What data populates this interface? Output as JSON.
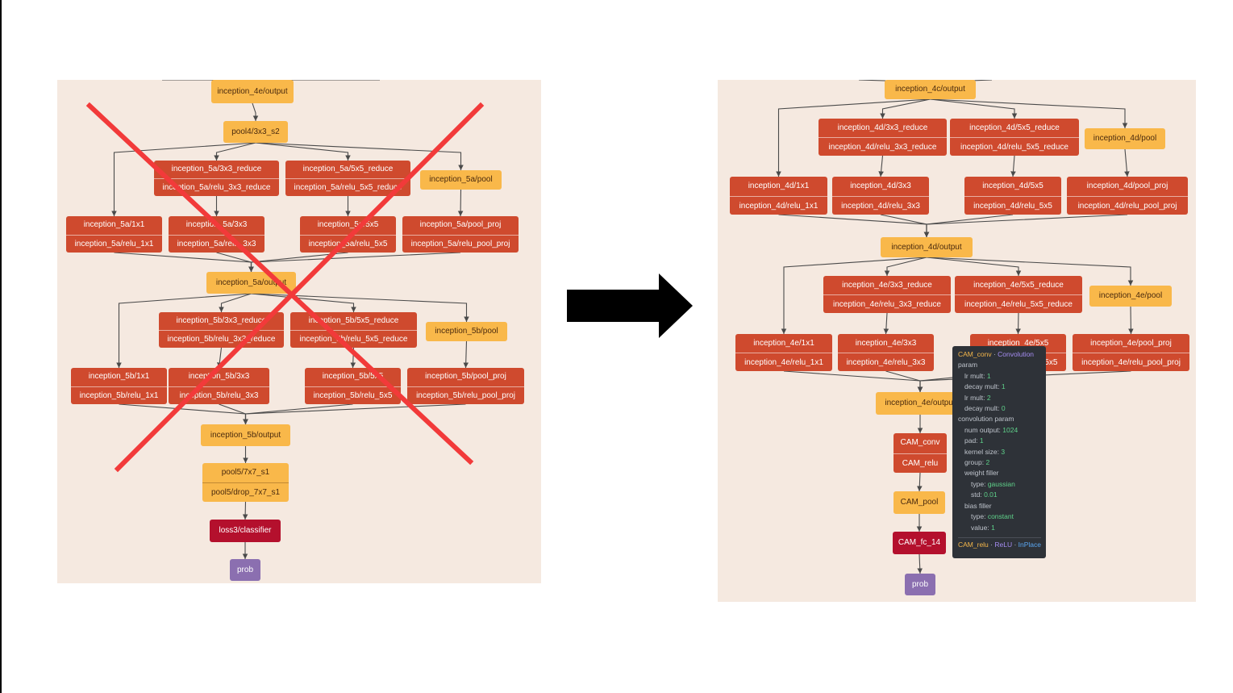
{
  "colors": {
    "panel_bg": "#f5e9e0",
    "yellow_node": "#f9b84a",
    "red_node": "#cf4a2e",
    "crimson_node": "#b4102d",
    "purple_node": "#8b6fb0",
    "cross": "#f23a3a",
    "arrow": "#000000"
  },
  "left": {
    "nodes": [
      {
        "id": "l0",
        "color": "yellow",
        "lines": [
          "inception_4e/output"
        ]
      },
      {
        "id": "l1",
        "color": "yellow",
        "lines": [
          "pool4/3x3_s2"
        ]
      },
      {
        "id": "l2",
        "color": "red",
        "lines": [
          "inception_5a/3x3_reduce",
          "inception_5a/relu_3x3_reduce"
        ]
      },
      {
        "id": "l3",
        "color": "red",
        "lines": [
          "inception_5a/5x5_reduce",
          "inception_5a/relu_5x5_reduce"
        ]
      },
      {
        "id": "l4",
        "color": "yellow",
        "lines": [
          "inception_5a/pool"
        ]
      },
      {
        "id": "l5",
        "color": "red",
        "lines": [
          "inception_5a/1x1",
          "inception_5a/relu_1x1"
        ]
      },
      {
        "id": "l6",
        "color": "red",
        "lines": [
          "inception_5a/3x3",
          "inception_5a/relu_3x3"
        ]
      },
      {
        "id": "l7",
        "color": "red",
        "lines": [
          "inception_5a/5x5",
          "inception_5a/relu_5x5"
        ]
      },
      {
        "id": "l8",
        "color": "red",
        "lines": [
          "inception_5a/pool_proj",
          "inception_5a/relu_pool_proj"
        ]
      },
      {
        "id": "l9",
        "color": "yellow",
        "lines": [
          "inception_5a/output"
        ]
      },
      {
        "id": "l10",
        "color": "red",
        "lines": [
          "inception_5b/3x3_reduce",
          "inception_5b/relu_3x3_reduce"
        ]
      },
      {
        "id": "l11",
        "color": "red",
        "lines": [
          "inception_5b/5x5_reduce",
          "inception_5b/relu_5x5_reduce"
        ]
      },
      {
        "id": "l12",
        "color": "yellow",
        "lines": [
          "inception_5b/pool"
        ]
      },
      {
        "id": "l13",
        "color": "red",
        "lines": [
          "inception_5b/1x1",
          "inception_5b/relu_1x1"
        ]
      },
      {
        "id": "l14",
        "color": "red",
        "lines": [
          "inception_5b/3x3",
          "inception_5b/relu_3x3"
        ]
      },
      {
        "id": "l15",
        "color": "red",
        "lines": [
          "inception_5b/5x5",
          "inception_5b/relu_5x5"
        ]
      },
      {
        "id": "l16",
        "color": "red",
        "lines": [
          "inception_5b/pool_proj",
          "inception_5b/relu_pool_proj"
        ]
      },
      {
        "id": "l17",
        "color": "yellow",
        "lines": [
          "inception_5b/output"
        ]
      },
      {
        "id": "l18",
        "color": "yellow",
        "lines": [
          "pool5/7x7_s1",
          "pool5/drop_7x7_s1"
        ]
      },
      {
        "id": "l19",
        "color": "crimson",
        "lines": [
          "loss3/classifier"
        ]
      },
      {
        "id": "l20",
        "color": "purple",
        "lines": [
          "prob"
        ]
      }
    ]
  },
  "right": {
    "nodes": [
      {
        "id": "r0",
        "color": "yellow",
        "lines": [
          "inception_4c/output"
        ]
      },
      {
        "id": "r1",
        "color": "red",
        "lines": [
          "inception_4d/3x3_reduce",
          "inception_4d/relu_3x3_reduce"
        ]
      },
      {
        "id": "r2",
        "color": "red",
        "lines": [
          "inception_4d/5x5_reduce",
          "inception_4d/relu_5x5_reduce"
        ]
      },
      {
        "id": "r3",
        "color": "yellow",
        "lines": [
          "inception_4d/pool"
        ]
      },
      {
        "id": "r4",
        "color": "red",
        "lines": [
          "inception_4d/1x1",
          "inception_4d/relu_1x1"
        ]
      },
      {
        "id": "r5",
        "color": "red",
        "lines": [
          "inception_4d/3x3",
          "inception_4d/relu_3x3"
        ]
      },
      {
        "id": "r6",
        "color": "red",
        "lines": [
          "inception_4d/5x5",
          "inception_4d/relu_5x5"
        ]
      },
      {
        "id": "r7",
        "color": "red",
        "lines": [
          "inception_4d/pool_proj",
          "inception_4d/relu_pool_proj"
        ]
      },
      {
        "id": "r8",
        "color": "yellow",
        "lines": [
          "inception_4d/output"
        ]
      },
      {
        "id": "r9",
        "color": "red",
        "lines": [
          "inception_4e/3x3_reduce",
          "inception_4e/relu_3x3_reduce"
        ]
      },
      {
        "id": "r10",
        "color": "red",
        "lines": [
          "inception_4e/5x5_reduce",
          "inception_4e/relu_5x5_reduce"
        ]
      },
      {
        "id": "r11",
        "color": "yellow",
        "lines": [
          "inception_4e/pool"
        ]
      },
      {
        "id": "r12",
        "color": "red",
        "lines": [
          "inception_4e/1x1",
          "inception_4e/relu_1x1"
        ]
      },
      {
        "id": "r13",
        "color": "red",
        "lines": [
          "inception_4e/3x3",
          "inception_4e/relu_3x3"
        ]
      },
      {
        "id": "r14",
        "color": "red",
        "lines": [
          "inception_4e/5x5",
          "inception_4e/relu_5x5"
        ]
      },
      {
        "id": "r15",
        "color": "red",
        "lines": [
          "inception_4e/pool_proj",
          "inception_4e/relu_pool_proj"
        ]
      },
      {
        "id": "r16",
        "color": "yellow",
        "lines": [
          "inception_4e/output"
        ]
      },
      {
        "id": "r17",
        "color": "red",
        "lines": [
          "CAM_conv",
          "CAM_relu"
        ]
      },
      {
        "id": "r18",
        "color": "yellow",
        "lines": [
          "CAM_pool"
        ]
      },
      {
        "id": "r19",
        "color": "crimson",
        "lines": [
          "CAM_fc_14"
        ]
      },
      {
        "id": "r20",
        "color": "purple",
        "lines": [
          "prob"
        ]
      }
    ]
  },
  "tooltip": {
    "name": "CAM_conv",
    "type": "Convolution",
    "param_label": "param",
    "lr_mult_1_label": "lr mult:",
    "lr_mult_1_value": "1",
    "decay_mult_1_label": "decay mult:",
    "decay_mult_1_value": "1",
    "lr_mult_2_label": "lr mult:",
    "lr_mult_2_value": "2",
    "decay_mult_2_label": "decay mult:",
    "decay_mult_2_value": "0",
    "conv_param_label": "convolution param",
    "num_output_label": "num output:",
    "num_output_value": "1024",
    "pad_label": "pad:",
    "pad_value": "1",
    "kernel_size_label": "kernel size:",
    "kernel_size_value": "3",
    "group_label": "group:",
    "group_value": "2",
    "weight_filler_label": "weight filler",
    "wf_type_label": "type:",
    "wf_type_value": "gaussian",
    "wf_std_label": "std:",
    "wf_std_value": "0.01",
    "bias_filler_label": "bias filler",
    "bf_type_label": "type:",
    "bf_type_value": "constant",
    "bf_value_label": "value:",
    "bf_value_value": "1",
    "footer_name": "CAM_relu",
    "footer_type": "ReLU",
    "footer_inplace": "InPlace"
  }
}
